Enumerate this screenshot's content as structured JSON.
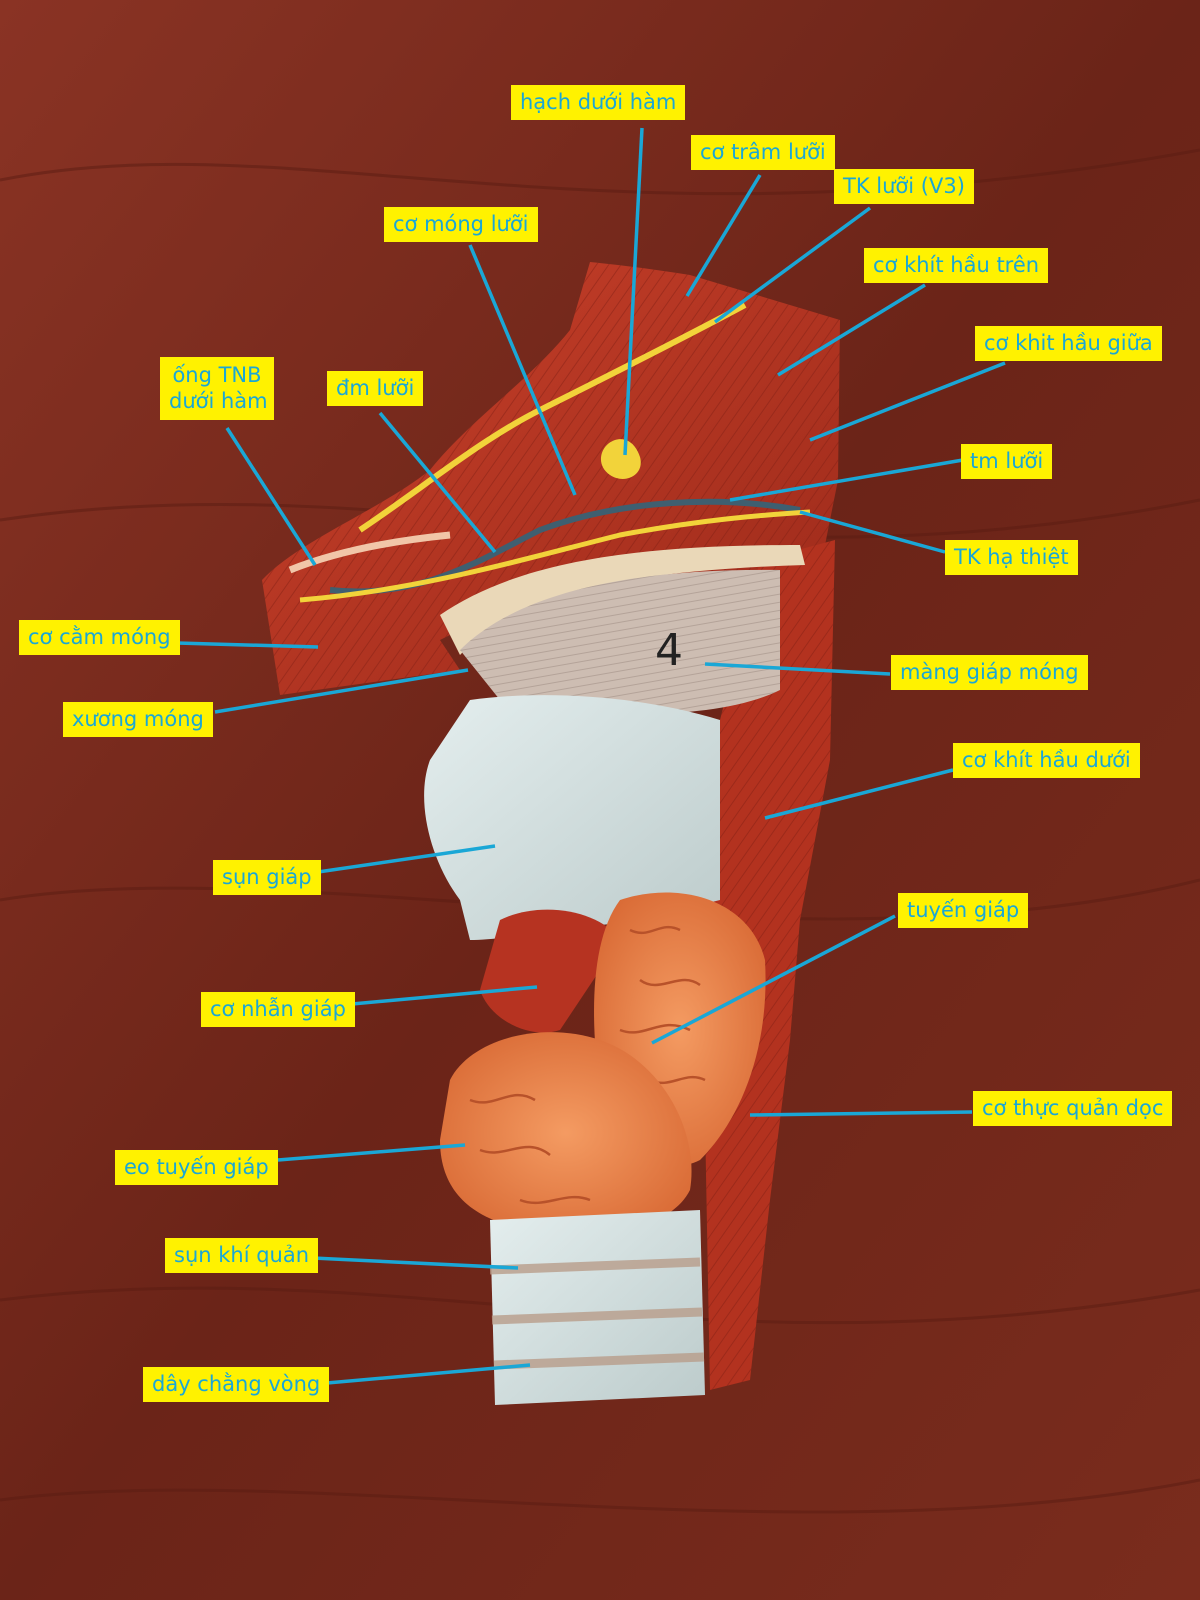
{
  "labels": {
    "hach_duoi_ham": "hạch dưới hàm",
    "co_tram_luoi": "cơ trâm lưỡi",
    "tk_luoi_v3": "TK lưỡi (V3)",
    "co_mong_luoi": "cơ móng lưỡi",
    "co_khit_hau_tren": "cơ khít hầu trên",
    "co_khit_hau_giua": "cơ khit hầu giữa",
    "ong_tnb_line1": "ống TNB",
    "ong_tnb_line2": "dưới hàm",
    "dm_luoi": "đm lưỡi",
    "tm_luoi": "tm lưỡi",
    "tk_ha_thiet": "TK hạ thiệt",
    "co_cam_mong": "cơ cằm móng",
    "mang_giap_mong": "màng giáp móng",
    "xuong_mong": "xương móng",
    "co_khit_hau_duoi": "cơ khít hầu dưới",
    "sun_giap": "sụn giáp",
    "tuyen_giap": "tuyến giáp",
    "co_nhan_giap": "cơ nhẫn giáp",
    "co_thuc_quan_doc": "cơ thực quản dọc",
    "eo_tuyen_giap": "eo tuyến giáp",
    "sun_khi_quan": "sụn khí quản",
    "day_chang_vong": "dây chằng vòng"
  },
  "colors": {
    "label_background": "#fff200",
    "label_text": "#1aa7d6",
    "leader_line": "#1aa7d6",
    "wood_background": "#6e2518"
  }
}
